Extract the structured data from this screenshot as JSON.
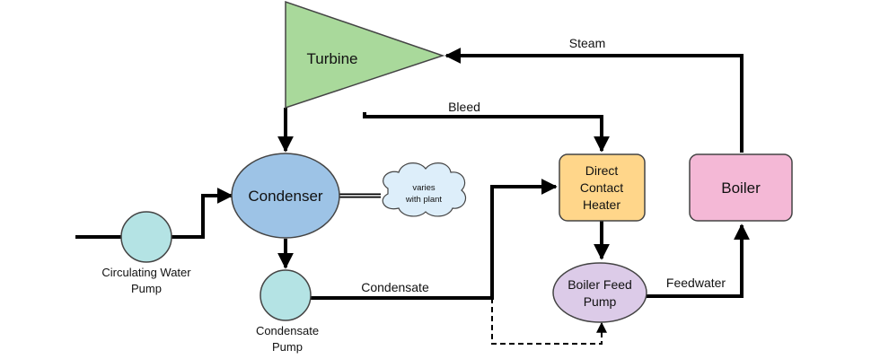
{
  "components": {
    "turbine": "Turbine",
    "condenser": "Condenser",
    "boiler": "Boiler",
    "direct_contact_heater": [
      "Direct",
      "Contact",
      "Heater"
    ],
    "boiler_feed_pump": [
      "Boiler Feed",
      "Pump"
    ],
    "circulating_water_pump": [
      "Circulating Water",
      "Pump"
    ],
    "condensate_pump": [
      "Condensate",
      "Pump"
    ],
    "cloud_note": [
      "varies",
      "with plant"
    ]
  },
  "flows": {
    "steam": "Steam",
    "bleed": "Bleed",
    "condensate": "Condensate",
    "feedwater": "Feedwater"
  },
  "colors": {
    "turbine_fill": "#a9d99b",
    "condenser_fill": "#9dc3e6",
    "pump_fill": "#b4e3e4",
    "heater_fill": "#ffd68a",
    "boiler_fill": "#f4b8d6",
    "feed_pump_fill": "#dccbe8",
    "cloud_fill": "#ddeefa",
    "outline": "#444444"
  }
}
